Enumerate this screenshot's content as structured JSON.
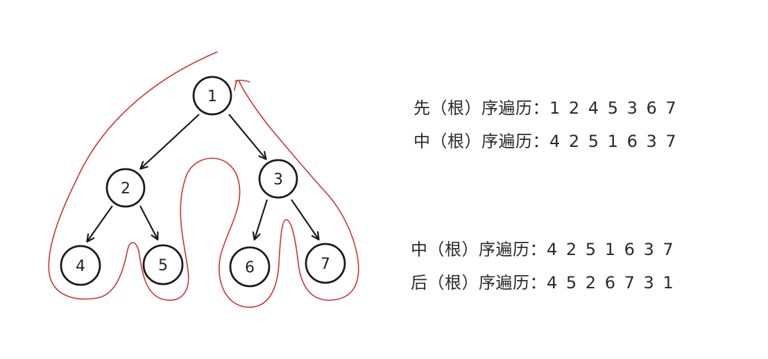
{
  "tree": {
    "nodes": [
      {
        "id": "1",
        "label": "1"
      },
      {
        "id": "2",
        "label": "2"
      },
      {
        "id": "3",
        "label": "3"
      },
      {
        "id": "4",
        "label": "4"
      },
      {
        "id": "5",
        "label": "5"
      },
      {
        "id": "6",
        "label": "6"
      },
      {
        "id": "7",
        "label": "7"
      }
    ],
    "edges": [
      [
        "1",
        "2"
      ],
      [
        "1",
        "3"
      ],
      [
        "2",
        "4"
      ],
      [
        "2",
        "5"
      ],
      [
        "3",
        "6"
      ],
      [
        "3",
        "7"
      ]
    ],
    "node_stroke_color": "#1a1a1a",
    "edge_color": "#1a1a1a",
    "contour_color": "#cc3333"
  },
  "traversals": {
    "group1": [
      {
        "label": "先（根）序遍历：",
        "sequence": "1 2 4 5 3 6 7"
      },
      {
        "label": "中（根）序遍历：",
        "sequence": "4 2 5 1 6 3 7"
      }
    ],
    "group2": [
      {
        "label": "中（根）序遍历：",
        "sequence": "4 2 5 1 6 3 7"
      },
      {
        "label": "后（根）序遍历：",
        "sequence": "4 5 2 6 7 3 1"
      }
    ]
  }
}
